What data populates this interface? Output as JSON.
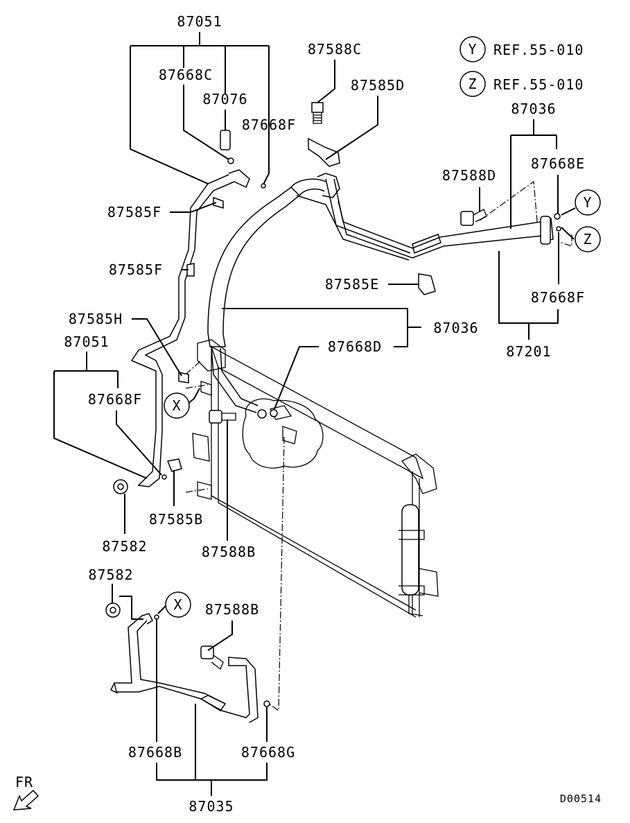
{
  "labels": {
    "p87051_top": "87051",
    "p87668C": "87668C",
    "p87076": "87076",
    "p87668F_top": "87668F",
    "p87588C": "87588C",
    "p87585D": "87585D",
    "ref_y_text": "REF.55-010",
    "ref_z_text": "REF.55-010",
    "p87036_top": "87036",
    "p87588D": "87588D",
    "p87668E": "87668E",
    "p87585F_a": "87585F",
    "p87585F_b": "87585F",
    "p87585E": "87585E",
    "p87668F_right": "87668F",
    "p87585H": "87585H",
    "p87036_mid": "87036",
    "p87668D": "87668D",
    "p87201": "87201",
    "p87051_left": "87051",
    "p87668F_left": "87668F",
    "p87585B": "87585B",
    "p87582_a": "87582",
    "p87588B_a": "87588B",
    "p87582_b": "87582",
    "p87588B_b": "87588B",
    "p87668B": "87668B",
    "p87668G": "87668G",
    "p87035": "87035",
    "fr": "FR",
    "diagram_id": "D00514"
  },
  "markers": {
    "y": "Y",
    "z": "Z",
    "x": "X"
  }
}
